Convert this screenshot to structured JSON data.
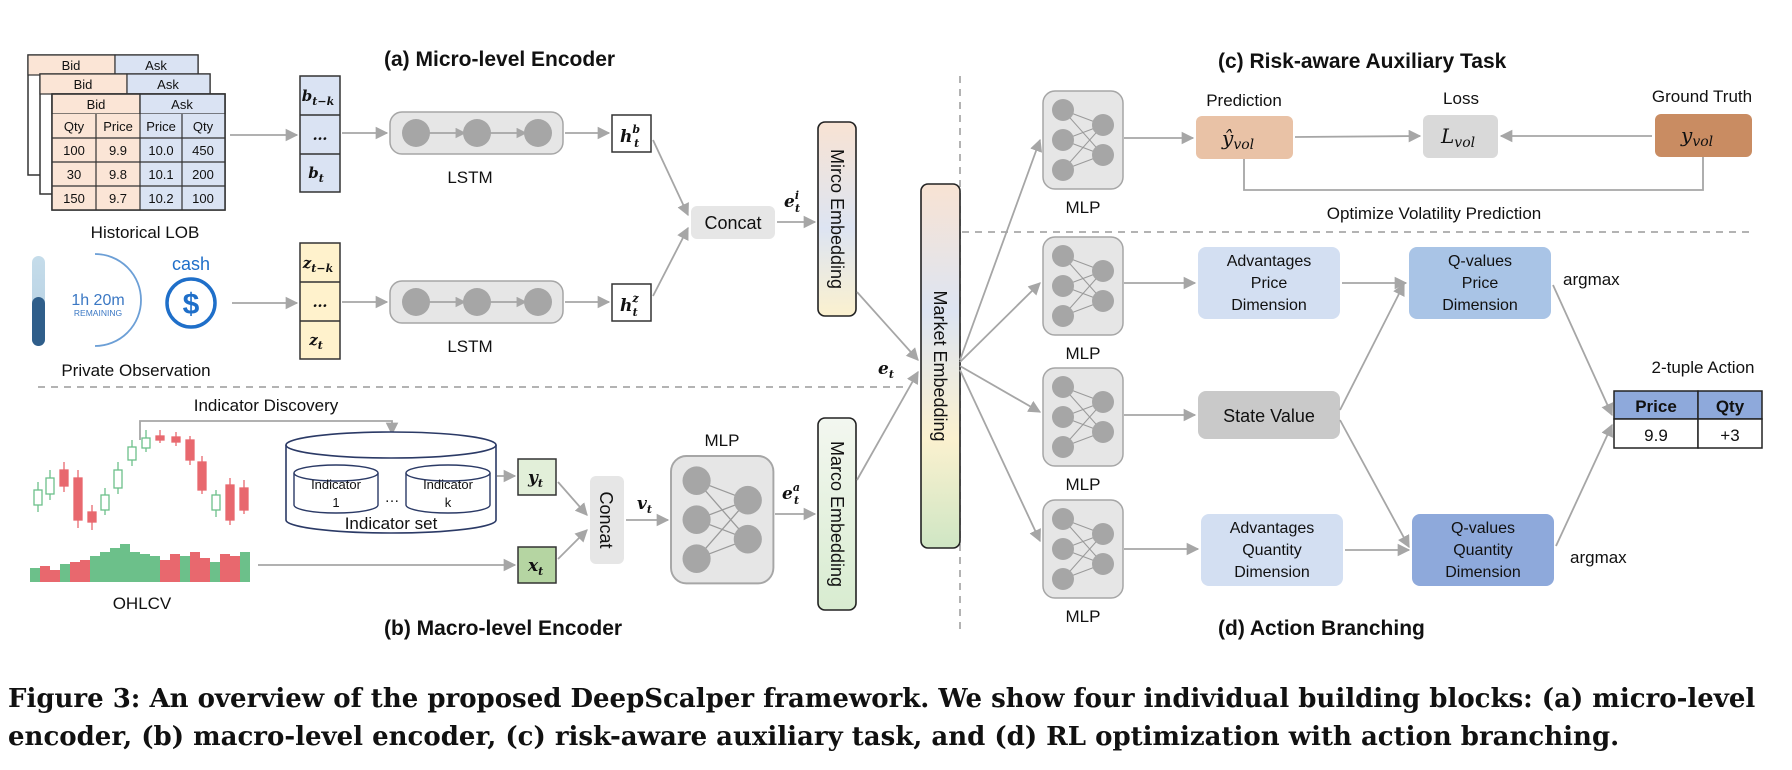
{
  "sections": {
    "micro": "(a) Micro-level Encoder",
    "macro": "(b) Macro-level Encoder",
    "risk": "(c) Risk-aware Auxiliary Task",
    "action": "(d) Action Branching"
  },
  "lob": {
    "label": "Historical LOB",
    "back_headers": [
      "Bid",
      "Ask"
    ],
    "header_top": [
      "Bid",
      "Ask"
    ],
    "columns": [
      "Qty",
      "Price",
      "Price",
      "Qty"
    ],
    "rows": [
      [
        "100",
        "9.9",
        "10.0",
        "450"
      ],
      [
        "30",
        "9.8",
        "10.1",
        "200"
      ],
      [
        "150",
        "9.7",
        "10.2",
        "100"
      ]
    ]
  },
  "private_obs": {
    "label": "Private Observation",
    "time": "1h 20m",
    "remaining": "REMAINING",
    "cash": "cash",
    "dollar": "$"
  },
  "seq_b": [
    "b",
    "…",
    "b"
  ],
  "seq_z": [
    "z",
    "…",
    "z"
  ],
  "lstm_label": "LSTM",
  "hidden": {
    "hb": "h",
    "hz": "h"
  },
  "concat": "Concat",
  "embeddings": {
    "micro": "Mirco Embedding",
    "macro": "Marco Embedding",
    "market": "Market Embedding"
  },
  "symbols": {
    "e_i": "e",
    "e_a": "e",
    "e_t": "e",
    "v_t": "v",
    "y_t": "y",
    "x_t": "x"
  },
  "indicator": {
    "discovery": "Indicator Discovery",
    "set_label": "Indicator set",
    "ind1": [
      "Indicator",
      "1"
    ],
    "indk": [
      "Indicator",
      "k"
    ],
    "dots": "…"
  },
  "ohlcv_label": "OHLCV",
  "mlp_label": "MLP",
  "risk": {
    "prediction_title": "Prediction",
    "loss_title": "Loss",
    "gt_title": "Ground Truth",
    "pred_symbol": "ŷ",
    "loss_symbol": "L",
    "gt_symbol": "y",
    "sub": "vol",
    "optimize": "Optimize Volatility Prediction"
  },
  "action": {
    "adv_price": [
      "Advantages",
      "Price",
      "Dimension"
    ],
    "q_price": [
      "Q-values",
      "Price",
      "Dimension"
    ],
    "state_value": "State Value",
    "adv_qty": [
      "Advantages",
      "Quantity",
      "Dimension"
    ],
    "q_qty": [
      "Q-values",
      "Quantity",
      "Dimension"
    ],
    "argmax": "argmax",
    "tuple_title": "2-tuple Action",
    "tuple_headers": [
      "Price",
      "Qty"
    ],
    "tuple_values": [
      "9.9",
      "+3"
    ]
  },
  "caption": "Figure 3: An overview of the proposed DeepScalper framework. We show four individual building blocks: (a) micro-level encoder, (b) macro-level encoder, (c) risk-aware auxiliary task, and (d) RL optimization with action branching.",
  "colors": {
    "arrow": "#a6a6a6",
    "box_grey": "#e6e6e6",
    "lob_bid": "#fbe5d6",
    "lob_ask": "#dae3f3",
    "seq_b": "#dae3f3",
    "seq_z": "#fff2cc",
    "candle_up": "#6cc08a",
    "candle_down": "#e8686e",
    "pred": "#e9c2a6",
    "gt": "#c98c62",
    "adv": "#d3dff2",
    "q_price": "#a9c4e6",
    "q_qty": "#8ea9db",
    "state": "#c9c9c9"
  }
}
